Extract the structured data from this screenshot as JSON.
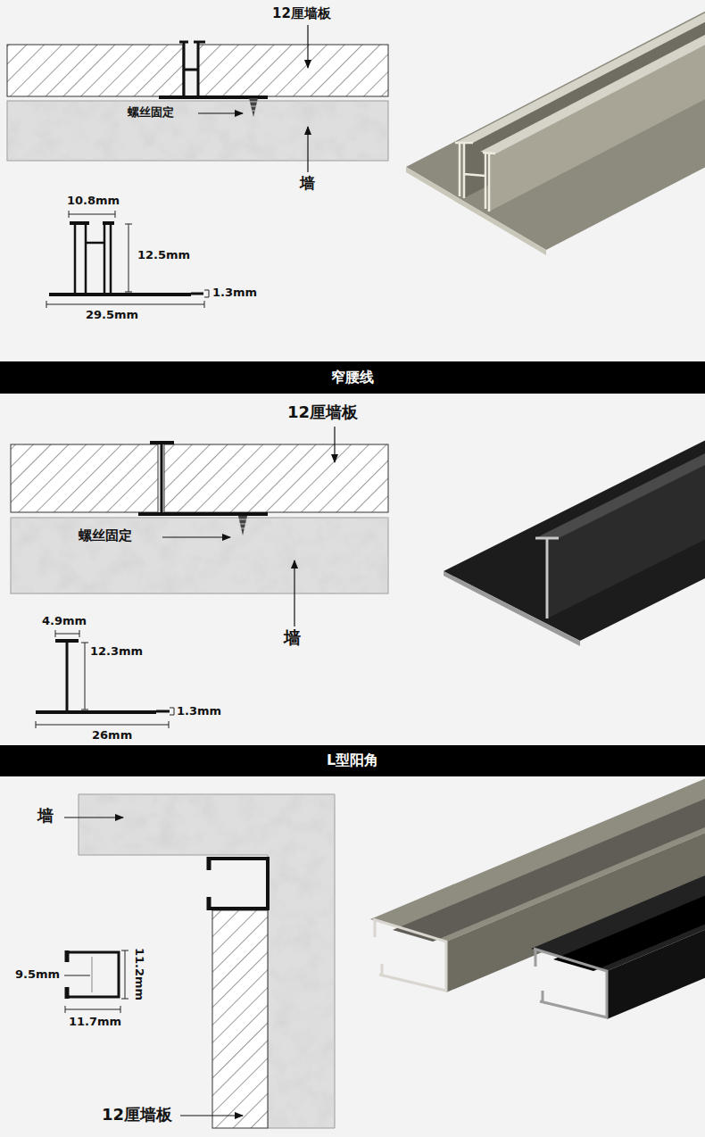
{
  "diagram": {
    "nodes": [
      {
        "text": [
          "窄腰线"
        ]
      },
      {
        "text": [
          "L型阳角"
        ]
      }
    ],
    "labels": [
      "12厘墙板",
      "螺丝固定",
      "墙",
      "10.8mm",
      "12.5mm",
      "1.3mm",
      "29.5mm",
      "12厘墙板",
      "螺丝固定",
      "墙",
      "4.9mm",
      "12.3mm",
      "1.3mm",
      "26mm",
      "墙",
      "9.5mm",
      "11.2mm",
      "11.7mm",
      "12厘墙板"
    ]
  }
}
